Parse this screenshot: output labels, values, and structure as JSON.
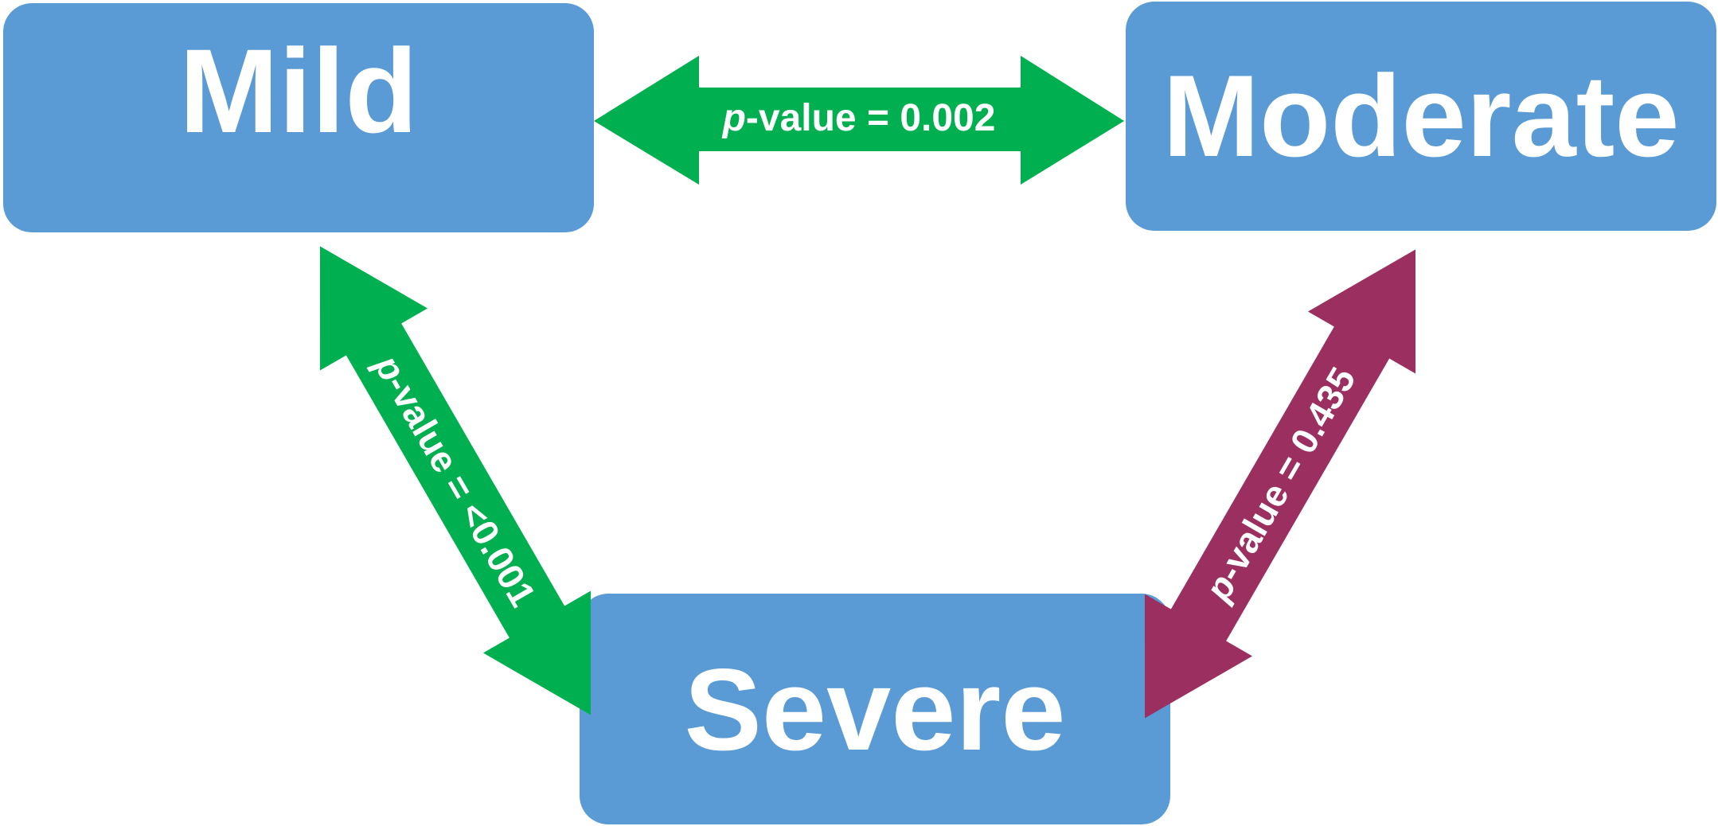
{
  "colors": {
    "node_fill": "#5B9BD5",
    "significant_edge": "#00B050",
    "nonsignificant_edge": "#9B3060",
    "text": "#FFFFFF"
  },
  "nodes": {
    "mild": {
      "label": "Mild"
    },
    "moderate": {
      "label": "Moderate"
    },
    "severe": {
      "label": "Severe"
    }
  },
  "edges": {
    "mild_moderate": {
      "p_symbol": "p",
      "label_rest": "-value = 0.002"
    },
    "mild_severe": {
      "p_symbol": "p",
      "label_rest": "-value = <0.001"
    },
    "moderate_severe": {
      "p_symbol": "p",
      "label_rest": "-value = 0.435"
    }
  }
}
